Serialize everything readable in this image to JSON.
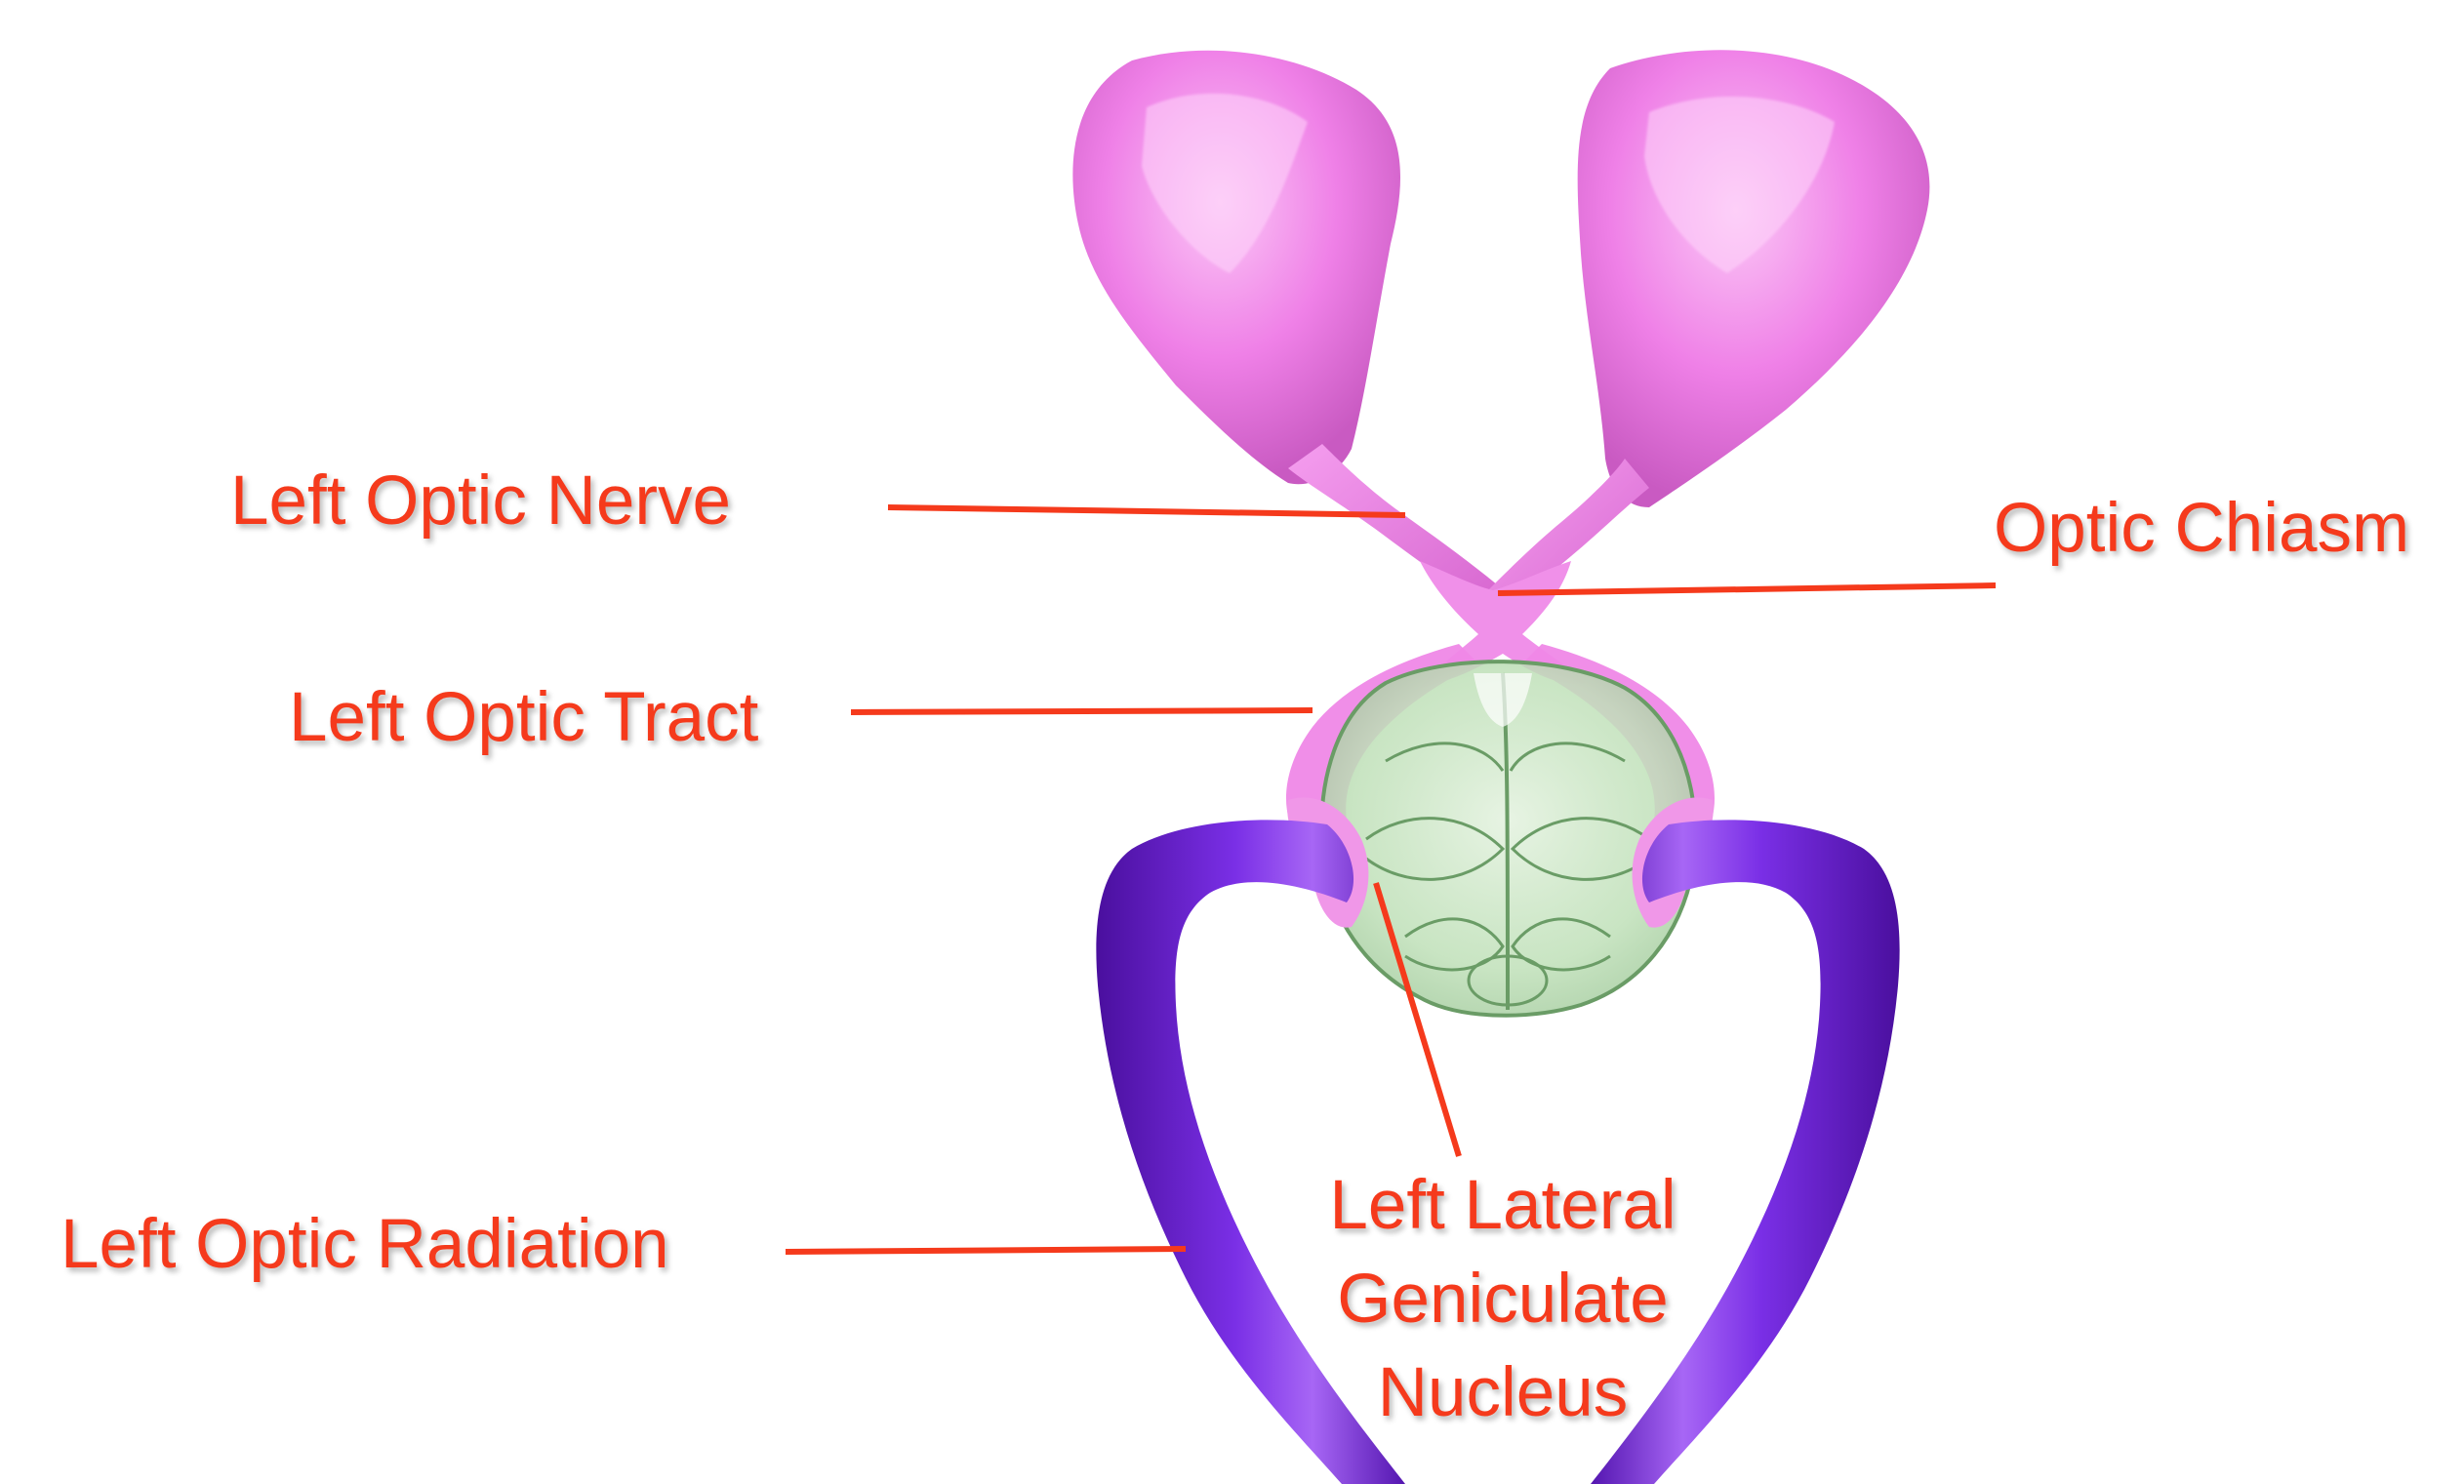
{
  "labels": {
    "left_optic_nerve": "Left Optic Nerve",
    "optic_chiasm": "Optic Chiasm",
    "left_optic_tract": "Left Optic Tract",
    "left_optic_radiation": "Left Optic Radiation",
    "left_lgn_line1": "Left Lateral",
    "left_lgn_line2": "Geniculate",
    "left_lgn_line3": "Nucleus"
  },
  "colors": {
    "label_text": "#f53a1c",
    "leader_line": "#f53a1c",
    "eye_pink": "#ee7ce6",
    "eye_pink_light": "#f8b6f2",
    "radiation_purple": "#6a1fd4",
    "radiation_purple_dark": "#4b0fa0",
    "thalamus_green": "#b9dcb2",
    "thalamus_outline": "#5b8e58",
    "background": "#ffffff"
  }
}
